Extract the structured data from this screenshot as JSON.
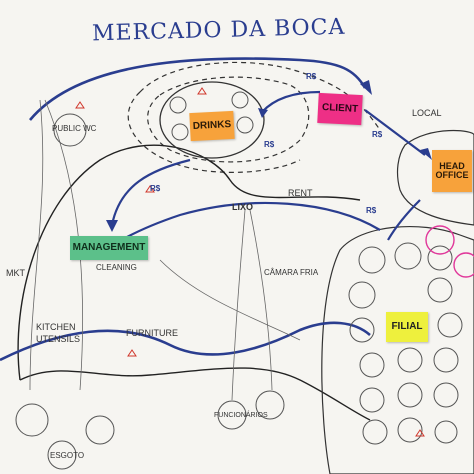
{
  "title": "MERCADO DA BOCA",
  "notes": {
    "drinks": "DRINKS",
    "client": "CLIENT",
    "head_office": "HEAD OFFICE",
    "management": "MANAGEMENT",
    "filial": "FILIAL"
  },
  "labels": {
    "local": "LOCAL",
    "lixo": "LIXO",
    "rent": "RENT",
    "cleaning": "CLEANING",
    "mkt": "MKT",
    "kitchen": "KITCHEN",
    "utensils": "UTENSILS",
    "furniture": "FURNITURE",
    "camara_fria": "CÂMARA FRIA",
    "public_wc": "PUBLIC WC",
    "rs_1": "R$",
    "rs_2": "R$",
    "rs_3": "R$",
    "rs_4": "R$",
    "rs_5": "R$",
    "esgoto": "ESGOTO",
    "funcionarios": "FUNCIONÁRIOS"
  },
  "colors": {
    "arrow_blue": "#2a3d8f",
    "ink": "#2a2a2a",
    "red_ink": "#d0372c",
    "green_ink": "#2c8a3f",
    "orange_note": "#f7a23b",
    "pink_note": "#ee2f86",
    "yellow_note": "#eef03d",
    "green_note": "#5cc08a"
  }
}
